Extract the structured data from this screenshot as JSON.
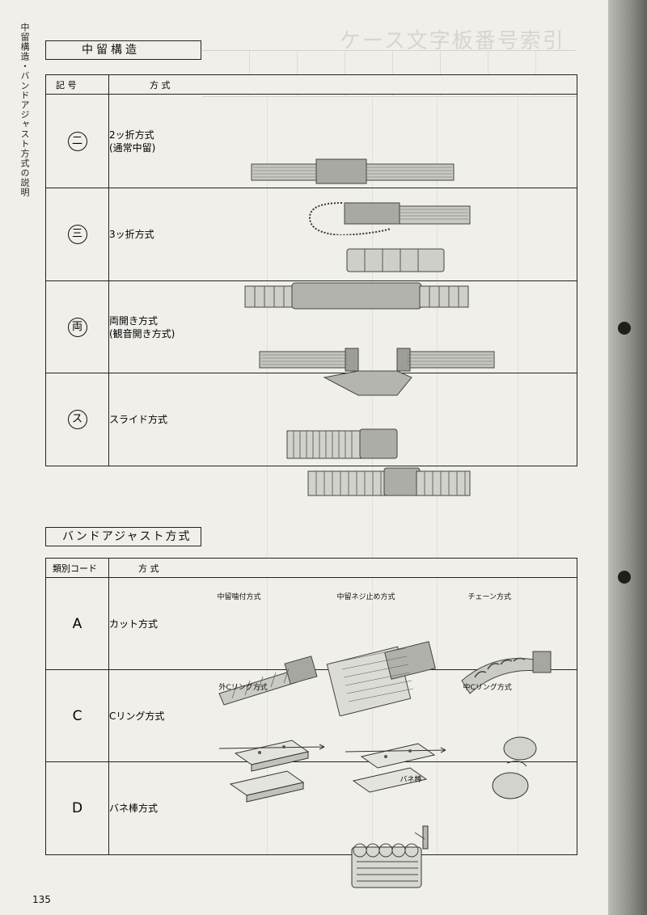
{
  "side_label": "中留構造・バンドアジャスト方式の説明",
  "page_number": "135",
  "background_heading": "ケース文字板番号索引",
  "section1": {
    "title": "中留構造",
    "headers": {
      "symbol": "記 号",
      "method": "方 式"
    },
    "rows": [
      {
        "symbol": "二",
        "name": "2ッ折方式",
        "sub": "(通常中留)",
        "icon": "two-fold-clasp-icon"
      },
      {
        "symbol": "三",
        "name": "3ッ折方式",
        "sub": "",
        "icon": "three-fold-clasp-icon"
      },
      {
        "symbol": "両",
        "name": "両開き方式",
        "sub": "(観音開き方式)",
        "icon": "butterfly-clasp-icon"
      },
      {
        "symbol": "ス",
        "name": "スライド方式",
        "sub": "",
        "icon": "slide-clasp-icon"
      }
    ]
  },
  "section2": {
    "title": "バンドアジャスト方式",
    "headers": {
      "code": "類別コード",
      "method": "方 式"
    },
    "rows": [
      {
        "code": "A",
        "name": "カット方式",
        "captions": [
          "中留噛付方式",
          "中留ネジ止め方式",
          "チェーン方式"
        ]
      },
      {
        "code": "C",
        "name": "Cリング方式",
        "captions": [
          "外Cリング方式",
          "中Cリング方式"
        ]
      },
      {
        "code": "D",
        "name": "バネ棒方式",
        "captions": [
          "バネ棒"
        ]
      }
    ]
  }
}
